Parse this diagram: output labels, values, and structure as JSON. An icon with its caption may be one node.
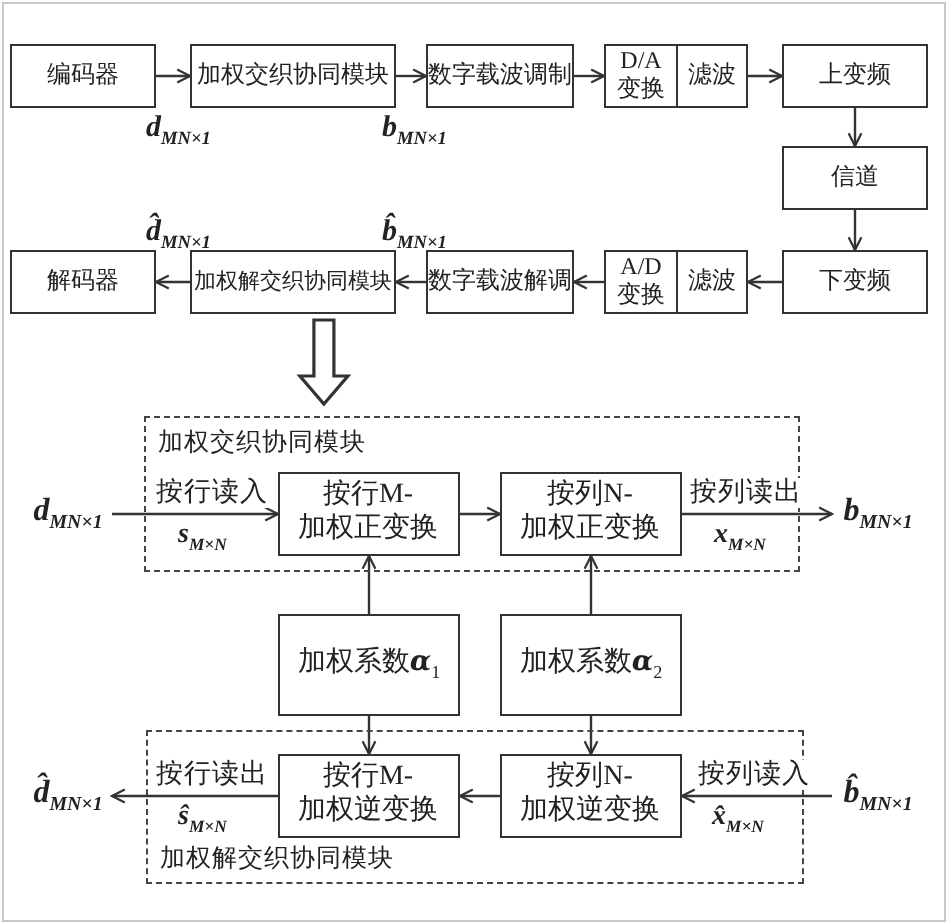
{
  "diagram": {
    "nodes": [
      {
        "text": [
          "编码器"
        ]
      },
      {
        "text": [
          "加权交织协同模块"
        ]
      },
      {
        "text": [
          "数字载波调制"
        ]
      },
      {
        "text": [
          "D/A变换"
        ]
      },
      {
        "text": [
          "滤波"
        ]
      },
      {
        "text": [
          "上变频"
        ]
      },
      {
        "text": [
          "信道"
        ]
      },
      {
        "text": [
          "下变频"
        ]
      },
      {
        "text": [
          "滤波"
        ]
      },
      {
        "text": [
          "A/D变换"
        ]
      },
      {
        "text": [
          "数字载波解调"
        ]
      },
      {
        "text": [
          "加权解交织协同模块"
        ]
      },
      {
        "text": [
          "解码器"
        ]
      },
      {
        "text": [
          "加权交织协同模块"
        ]
      },
      {
        "text": [
          "按行M-加权正变换"
        ],
        "in": 13
      },
      {
        "text": [
          "按列N-加权正变换"
        ],
        "in": 13
      },
      {
        "text": [
          "d$_{MN×1}$"
        ]
      },
      {
        "text": [
          "b$_{MN×1}$"
        ]
      },
      {
        "text": [
          "加权系数**α**$_{1}$"
        ]
      },
      {
        "text": [
          "加权系数**α**$_{2}$"
        ]
      },
      {
        "text": [
          "加权解交织协同模块"
        ]
      },
      {
        "text": [
          "按行M-加权逆变换"
        ],
        "in": 20
      },
      {
        "text": [
          "按列N-加权逆变换"
        ],
        "in": 20
      },
      {
        "text": [
          "d̂$_{MN×1}$"
        ]
      },
      {
        "text": [
          "b̂$_{MN×1}$"
        ]
      }
    ],
    "edges": [
      {
        "from": 0,
        "to": 1,
        "arrow": "to",
        "label": "d$_{MN×1}$"
      },
      {
        "from": 1,
        "to": 2,
        "arrow": "to",
        "label": "b$_{MN×1}$"
      },
      {
        "from": 2,
        "to": 3,
        "arrow": "to"
      },
      {
        "from": 4,
        "to": 5,
        "arrow": "to"
      },
      {
        "from": 5,
        "to": 6,
        "arrow": "to"
      },
      {
        "from": 6,
        "to": 7,
        "arrow": "to"
      },
      {
        "from": 7,
        "to": 8,
        "arrow": "to"
      },
      {
        "from": 9,
        "to": 10,
        "arrow": "to"
      },
      {
        "from": 10,
        "to": 11,
        "arrow": "to",
        "label": "b̂$_{MN×1}$"
      },
      {
        "from": 11,
        "to": 12,
        "arrow": "to",
        "label": "d̂$_{MN×1}$"
      },
      {
        "from": 11,
        "to": 13,
        "arrow": "to",
        "style": "thick"
      },
      {
        "from": 16,
        "to": 14,
        "arrow": "to",
        "label": "按行读入"
      },
      {
        "from": 14,
        "to": 15,
        "arrow": "to"
      },
      {
        "from": 15,
        "to": 17,
        "arrow": "to",
        "label": "按列读出"
      },
      {
        "from": 18,
        "to": 14,
        "arrow": "to"
      },
      {
        "from": 19,
        "to": 15,
        "arrow": "to"
      },
      {
        "from": 18,
        "to": 21,
        "arrow": "to"
      },
      {
        "from": 19,
        "to": 22,
        "arrow": "to"
      },
      {
        "from": 24,
        "to": 22,
        "arrow": "to",
        "label": "按列读入"
      },
      {
        "from": 22,
        "to": 21,
        "arrow": "to"
      },
      {
        "from": 21,
        "to": 23,
        "arrow": "to",
        "label": "按行读出"
      }
    ],
    "labels": [
      "s$_{M×N}$",
      "x$_{M×N}$",
      "ŝ$_{M×N}$",
      "x̂$_{M×N}$"
    ]
  }
}
